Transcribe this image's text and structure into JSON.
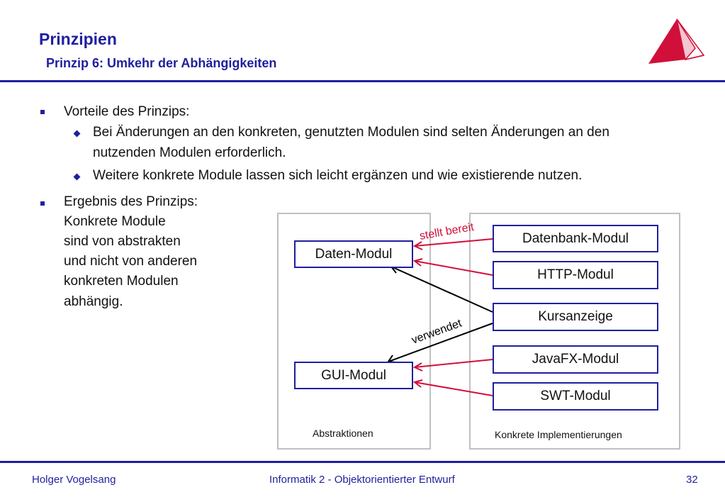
{
  "header": {
    "title": "Prinzipien",
    "subtitle": "Prinzip 6: Umkehr der Abhängigkeiten"
  },
  "bullets": {
    "b1": "Vorteile des Prinzips:",
    "b1_sub1_line1": "Bei Änderungen an den konkreten, genutzten Modulen sind selten Änderungen an den",
    "b1_sub1_line2": "nutzenden Modulen erforderlich.",
    "b1_sub2": "Weitere konkrete Module lassen sich leicht ergänzen und wie existierende nutzen.",
    "b2_lines": [
      "Ergebnis des Prinzips:",
      "Konkrete Module",
      "sind von abstrakten",
      "und nicht von anderen",
      "konkreten Modulen",
      "abhängig."
    ]
  },
  "diagram": {
    "abstract_label": "Abstraktionen",
    "concrete_label": "Konkrete Implementierungen",
    "abstract_modules": [
      "Daten-Modul",
      "GUI-Modul"
    ],
    "concrete_modules": [
      "Datenbank-Modul",
      "HTTP-Modul",
      "Kursanzeige",
      "JavaFX-Modul",
      "SWT-Modul"
    ],
    "provides_label": "stellt bereit",
    "uses_label": "verwendet",
    "colors": {
      "provides_arrow": "#d0103a",
      "uses_arrow": "#000000",
      "box_border": "#1f1f9f",
      "panel_border": "#c0c0c0"
    }
  },
  "footer": {
    "author": "Holger Vogelsang",
    "course": "Informatik 2 - Objektorientierter Entwurf",
    "page": "32"
  },
  "logo_icon": "sail-logo-icon"
}
